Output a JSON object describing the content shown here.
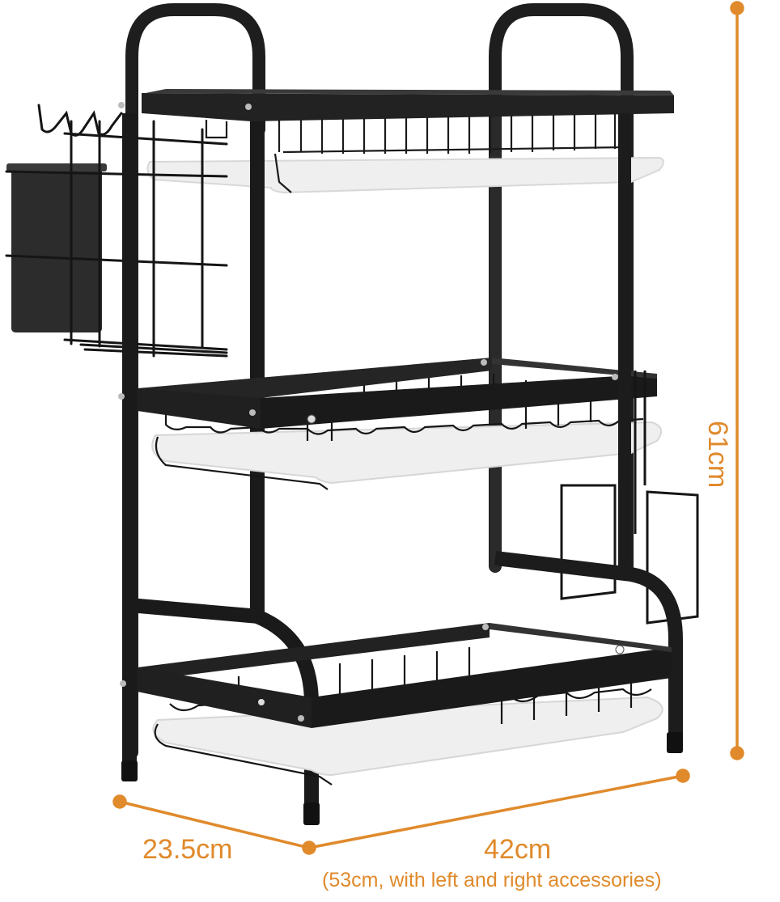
{
  "product": {
    "type": "3-tier dish drying rack",
    "color": "#1c1c1c",
    "tray_color": "#f2f2f2",
    "tiers": 3,
    "accessories": [
      "utensil holder cup",
      "side wire basket with hooks",
      "cutting board holder"
    ]
  },
  "dimensions": {
    "accent_color": "#e08a2c",
    "height_label": "61cm",
    "width_label": "23.5cm",
    "length_label": "42cm",
    "length_note": "(53cm, with left and right accessories)"
  }
}
